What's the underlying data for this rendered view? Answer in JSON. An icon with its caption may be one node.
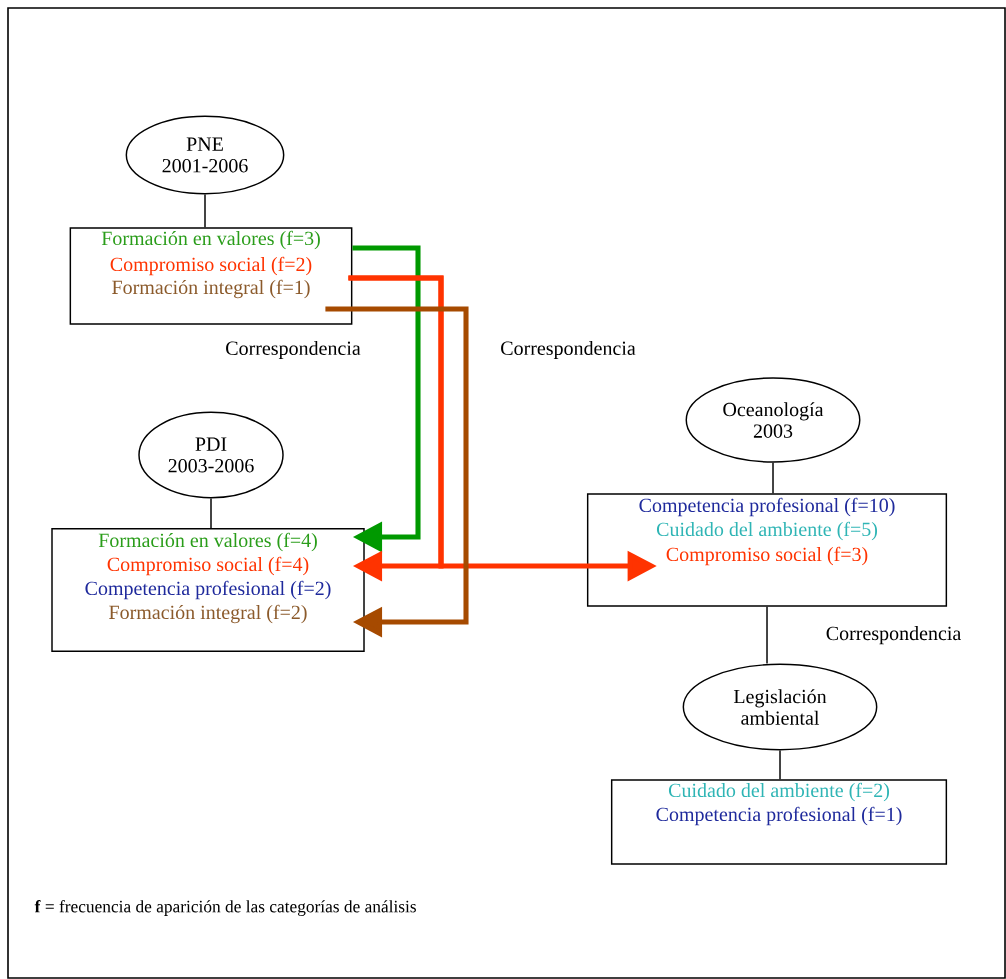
{
  "diagram": {
    "nodes": [
      {
        "text": [
          "PNE 2001-2006"
        ]
      },
      {
        "text": [
          "Formación en valores (f=3)",
          "Compromiso social (f=2)",
          "Formación integral (f=1)"
        ]
      },
      {
        "text": [
          "PDI 2003-2006"
        ]
      },
      {
        "text": [
          "Formación en valores (f=4)",
          "Compromiso social (f=4)",
          "Competencia profesional (f=2)",
          "Formación integral (f=2)"
        ]
      },
      {
        "text": [
          "Oceanología 2003"
        ]
      },
      {
        "text": [
          "Competencia profesional (f=10)",
          "Cuidado del ambiente (f=5)",
          "Compromiso social (f=3)"
        ]
      },
      {
        "text": [
          "Legislación ambiental"
        ]
      },
      {
        "text": [
          "Cuidado del ambiente (f=2)",
          "Competencia profesional (f=1)"
        ]
      }
    ],
    "edges": [
      {
        "from": 0,
        "to": 1,
        "arrow": "none"
      },
      {
        "from": 2,
        "to": 3,
        "arrow": "none"
      },
      {
        "from": 4,
        "to": 5,
        "arrow": "none"
      },
      {
        "from": 5,
        "to": 6,
        "arrow": "none",
        "label": "Correspondencia"
      },
      {
        "from": 6,
        "to": 7,
        "arrow": "none"
      },
      {
        "from": 1,
        "to": 3,
        "arrow": "to",
        "style": "thick",
        "color": "#009900"
      },
      {
        "from": 1,
        "to": 3,
        "arrow": "to",
        "style": "thick",
        "color": "#ff3300"
      },
      {
        "from": 1,
        "to": 5,
        "arrow": "to",
        "style": "thick",
        "color": "#ff3300"
      },
      {
        "from": 1,
        "to": 3,
        "arrow": "to",
        "style": "thick",
        "color": "#a64a00"
      }
    ],
    "labels": [
      "Correspondencia",
      "Correspondencia",
      "**f** = frecuencia de aparición de las categorías de análisis"
    ]
  }
}
